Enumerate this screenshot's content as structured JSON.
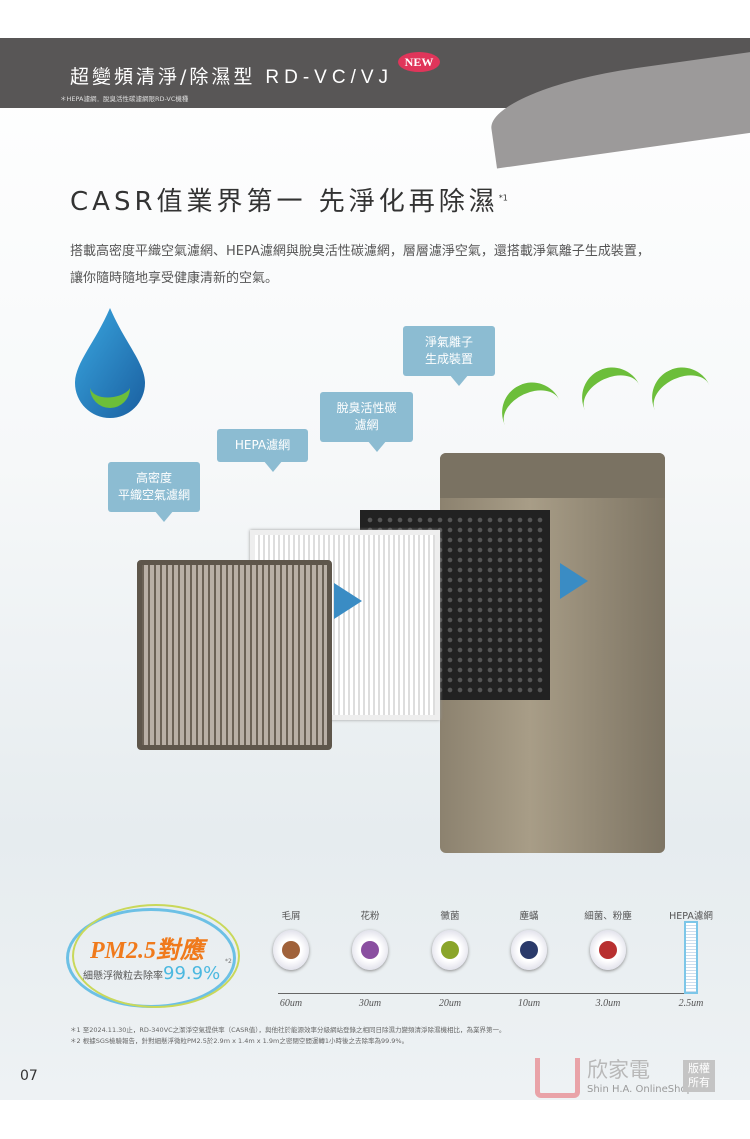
{
  "header": {
    "title": "超變頻清淨/除濕型",
    "model": "RD-VC/VJ",
    "badge": "NEW",
    "note": "＊HEPA濾網．脫臭活性碳濾網限RD-VC機種"
  },
  "headline": {
    "text": "CASR值業界第一 先淨化再除濕",
    "mark": "*1"
  },
  "intro": [
    "搭載高密度平織空氣濾網、HEPA濾網與脫臭活性碳濾網，層層濾淨空氣，還搭載淨氣離子生成裝置，",
    "讓你隨時隨地享受健康清新的空氣。"
  ],
  "callouts": {
    "ion": [
      "淨氣離子",
      "生成裝置"
    ],
    "carbon": [
      "脫臭活性碳",
      "濾網"
    ],
    "hepa": [
      "HEPA濾網"
    ],
    "mesh": [
      "高密度",
      "平織空氣濾網"
    ]
  },
  "pm": {
    "title": "PM2.5對應",
    "mark": "*2",
    "sub": "細懸浮微粒去除率",
    "rate": "99.9%"
  },
  "particles": [
    {
      "name": "毛屑",
      "size": "60um",
      "color": "#a0623a"
    },
    {
      "name": "花粉",
      "size": "30um",
      "color": "#8a4fa0"
    },
    {
      "name": "黴菌",
      "size": "20um",
      "color": "#8aa52a"
    },
    {
      "name": "塵蟎",
      "size": "10um",
      "color": "#2a3a6a"
    },
    {
      "name": "細菌、粉塵",
      "size": "3.0um",
      "color": "#b83030"
    }
  ],
  "hepa_label": {
    "name": "HEPA濾網",
    "size": "2.5um"
  },
  "footnotes": [
    "＊1 至2024.11.30止，RD-340VC之潔淨空氣提供率（CASR值），與他社於能源效率分級網站登錄之相同日除濕力變頻清淨除濕機相比，為業界第一。",
    "＊2 根據SGS檢驗報告，針對細懸浮微粒PM2.5於2.9m x 1.4m x 1.9m之密閉空間運轉1小時後之去除率為99.9%。"
  ],
  "page_number": "07",
  "watermark": {
    "name": "欣家電",
    "sub": "Shin H.A. OnlineShop",
    "copyright": "版權所有"
  }
}
